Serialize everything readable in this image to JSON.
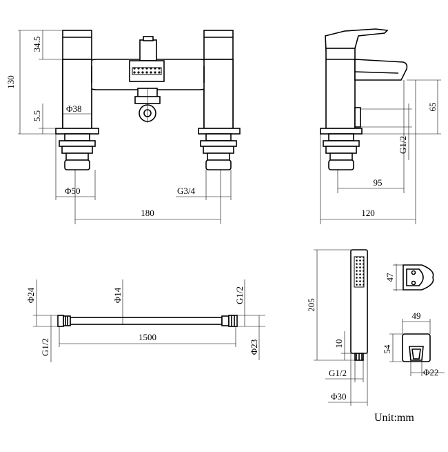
{
  "drawing": {
    "front": {
      "height_total": "130",
      "height_top": "34.5",
      "height_base": "5.5",
      "dia_body": "Φ38",
      "dia_base": "Φ50",
      "thread": "G3/4",
      "width": "180"
    },
    "side": {
      "height_spout": "65",
      "thread": "G1/2",
      "reach": "95",
      "depth": "120"
    },
    "hose": {
      "dia_end_left": "Φ24",
      "dia_hose": "Φ14",
      "thread_right": "G1/2",
      "thread_left": "G1/2",
      "length": "1500",
      "dia_end_right": "Φ23"
    },
    "handset": {
      "length": "205",
      "end_len": "10",
      "thread": "G1/2",
      "dia": "Φ30"
    },
    "bracket": {
      "height_top": "47",
      "width": "49",
      "height": "54",
      "dia": "Φ22"
    },
    "unit": "Unit:mm"
  }
}
